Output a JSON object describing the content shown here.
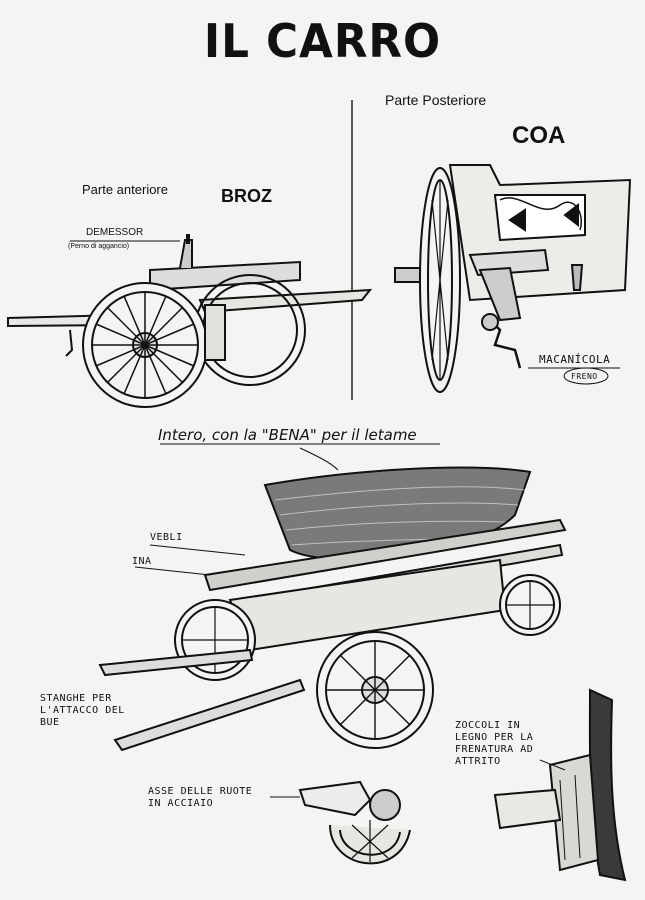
{
  "title": "IL CARRO",
  "front": {
    "heading": "Parte anteriore",
    "name": "BROZ",
    "part_label": "DEMESSOR",
    "part_note": "(Perno di aggancio)"
  },
  "rear": {
    "heading": "Parte Posteriore",
    "name": "COA",
    "brake_label": "MACANÍCOLA",
    "brake_note": "FRENO"
  },
  "whole": {
    "caption": "Intero, con la \"BENA\" per il letame",
    "label_vebli": "VEBLI",
    "label_ina": "INA",
    "label_stanghe": "STANGHE PER L'ATTACCO DEL BUE",
    "label_asse": "ASSE DELLE RUOTE IN ACCIAIO",
    "label_zoccoli": "ZOCCOLI IN LEGNO PER LA FRENATURA AD ATTRITO"
  }
}
